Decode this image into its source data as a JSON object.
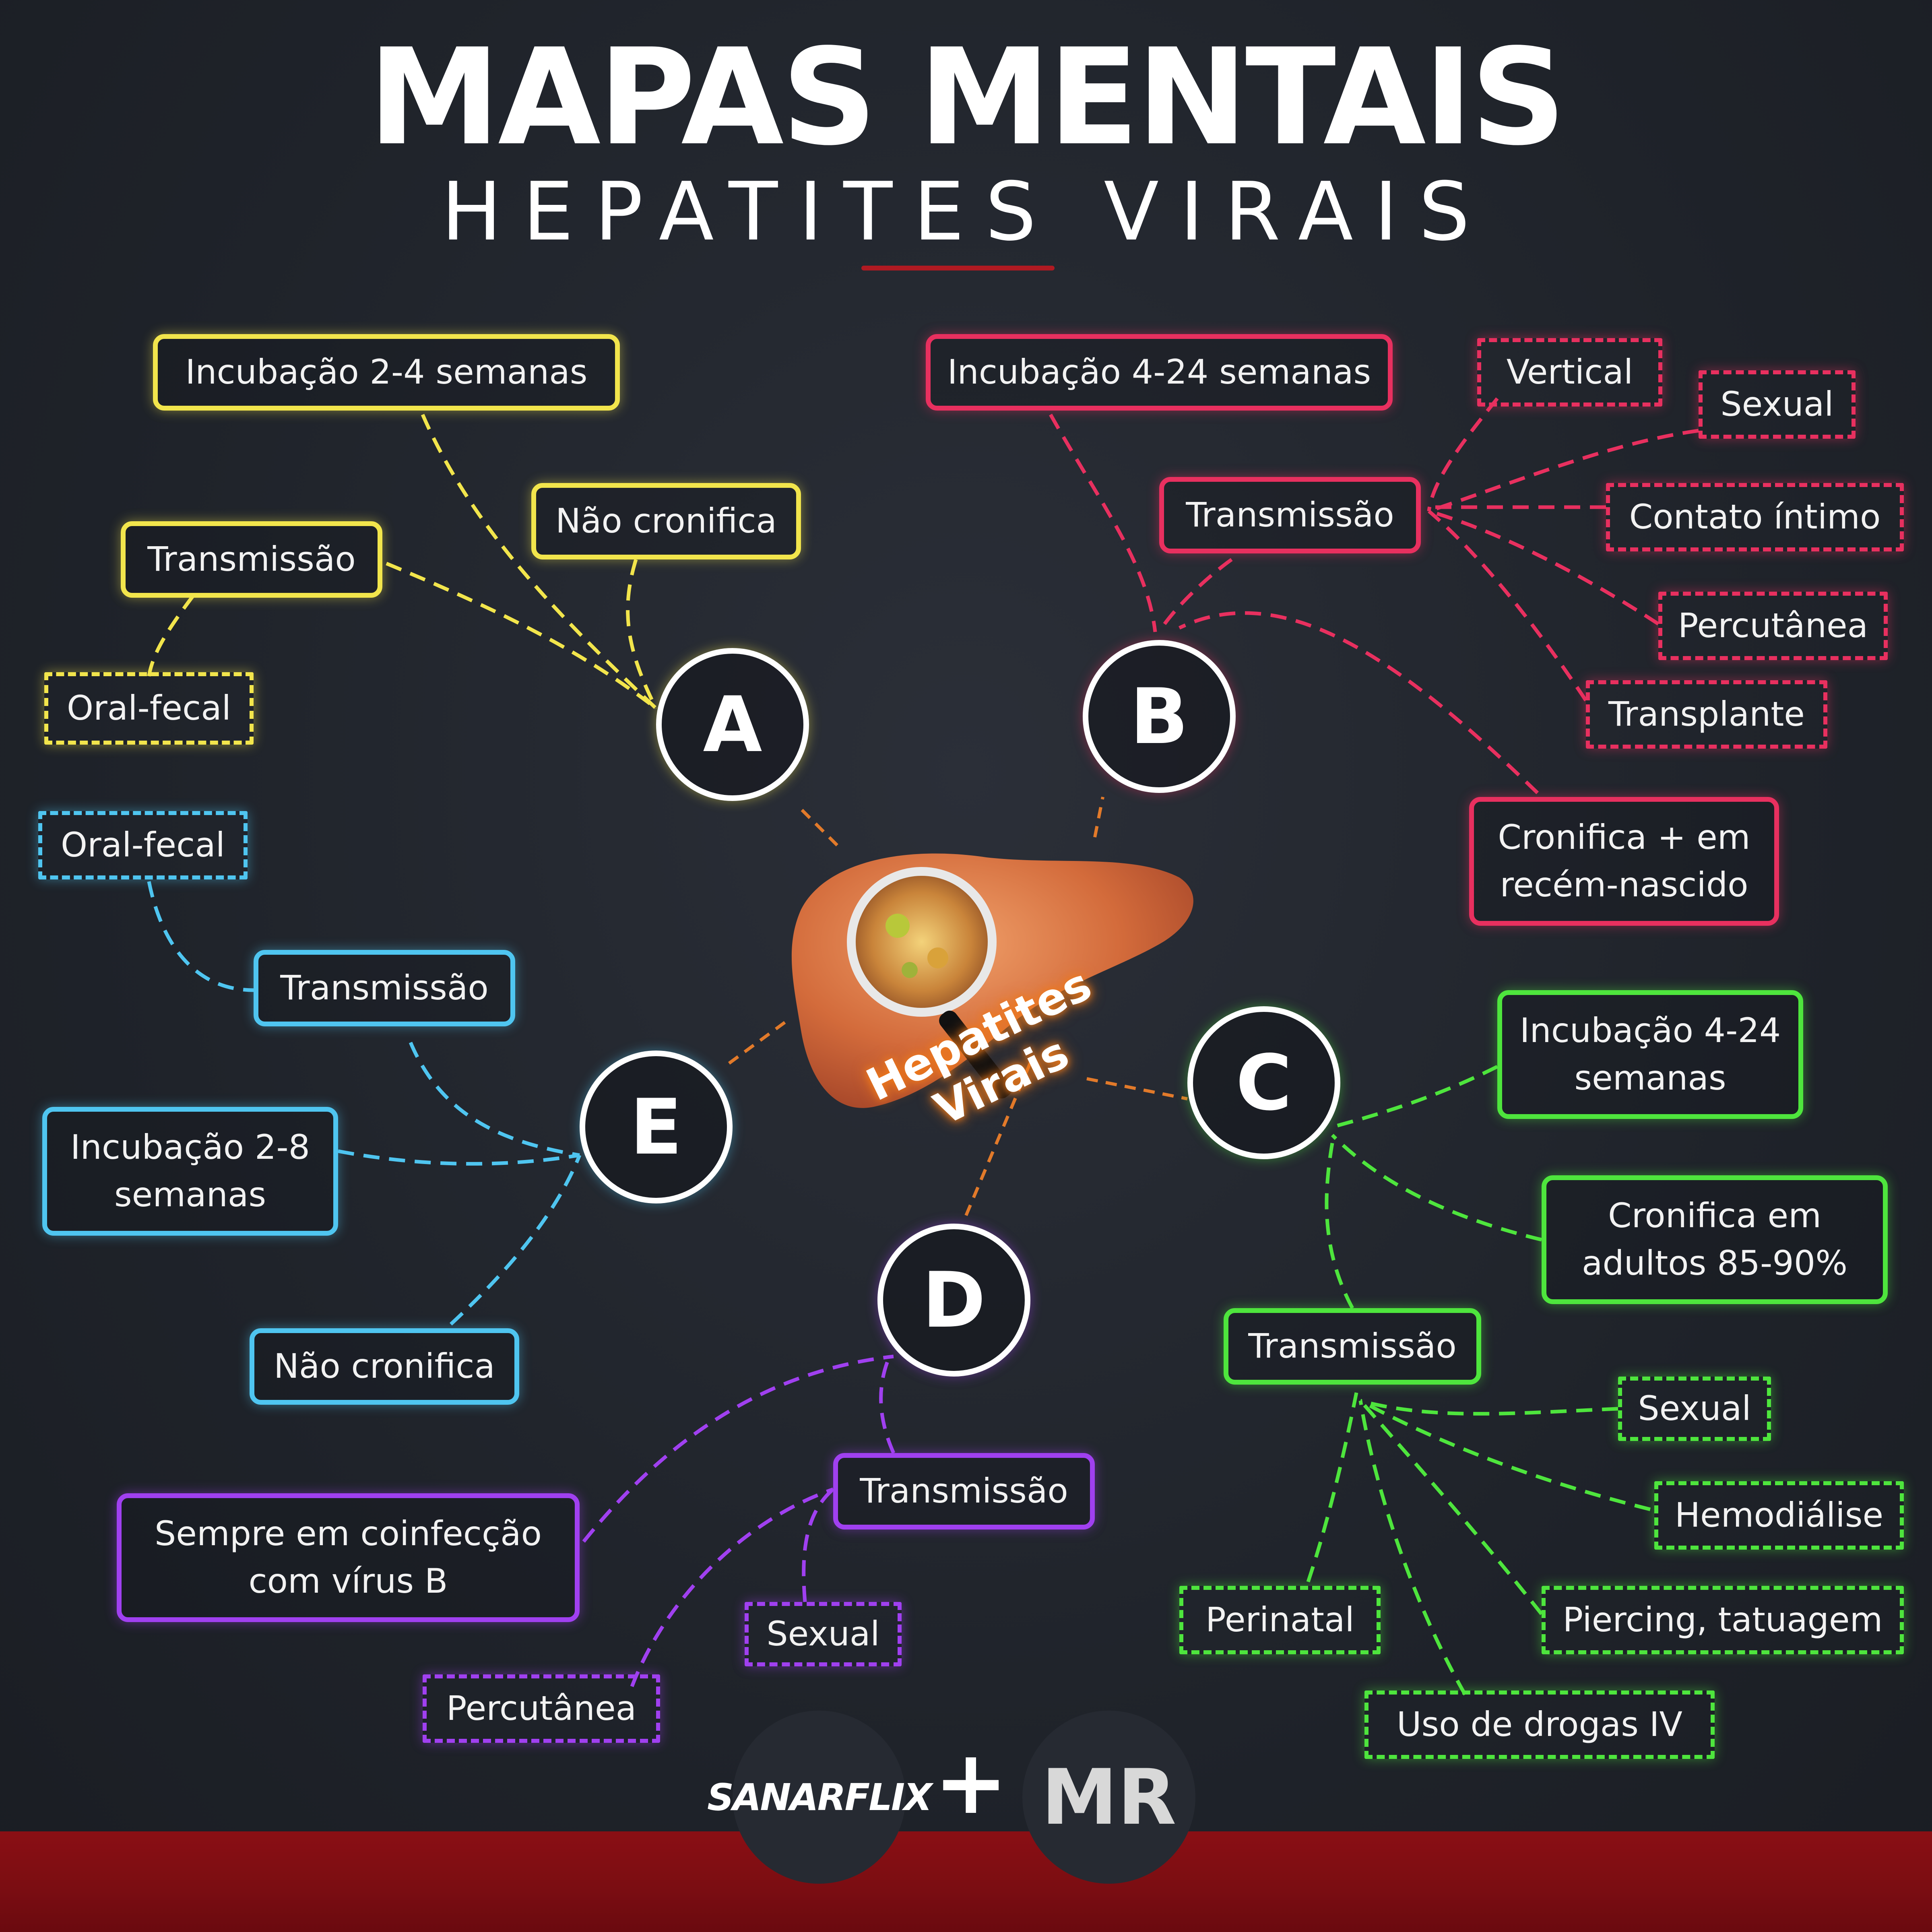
{
  "header": {
    "title": "MAPAS MENTAIS",
    "subtitle": "HEPATITES VIRAIS"
  },
  "center": {
    "label": "Hepatites Virais",
    "icon": "liver-icon"
  },
  "colors": {
    "A": "#f2e54c",
    "B": "#e8305f",
    "C": "#4ee53d",
    "D": "#a040f0",
    "E": "#4fc5f0",
    "footer": "#7a0d12",
    "background": "#20242c"
  },
  "hepatitis": {
    "A": {
      "letter": "A",
      "incubation": "Incubação 2-4 semanas",
      "chronic": "Não cronifica",
      "transmission": "Transmissão",
      "routes": [
        "Oral-fecal"
      ]
    },
    "B": {
      "letter": "B",
      "incubation": "Incubação 4-24 semanas",
      "transmission": "Transmissão",
      "routes": [
        "Vertical",
        "Sexual",
        "Contato íntimo",
        "Percutânea",
        "Transplante"
      ],
      "chronic": "Cronifica + em recém-nascido"
    },
    "C": {
      "letter": "C",
      "incubation": "Incubação 4-24 semanas",
      "chronic": "Cronifica em adultos 85-90%",
      "transmission": "Transmissão",
      "routes": [
        "Sexual",
        "Hemodiálise",
        "Piercing, tatuagem",
        "Uso de drogas IV",
        "Perinatal"
      ]
    },
    "D": {
      "letter": "D",
      "coinfection": "Sempre em coinfecção com vírus B",
      "transmission": "Transmissão",
      "routes": [
        "Sexual",
        "Percutânea"
      ]
    },
    "E": {
      "letter": "E",
      "transmission": "Transmissão",
      "routes": [
        "Oral-fecal"
      ],
      "incubation": "Incubação 2-8 semanas",
      "chronic": "Não cronifica"
    }
  },
  "footer": {
    "logo_left": "SANARFLIX",
    "plus": "+",
    "logo_right": "MR"
  }
}
